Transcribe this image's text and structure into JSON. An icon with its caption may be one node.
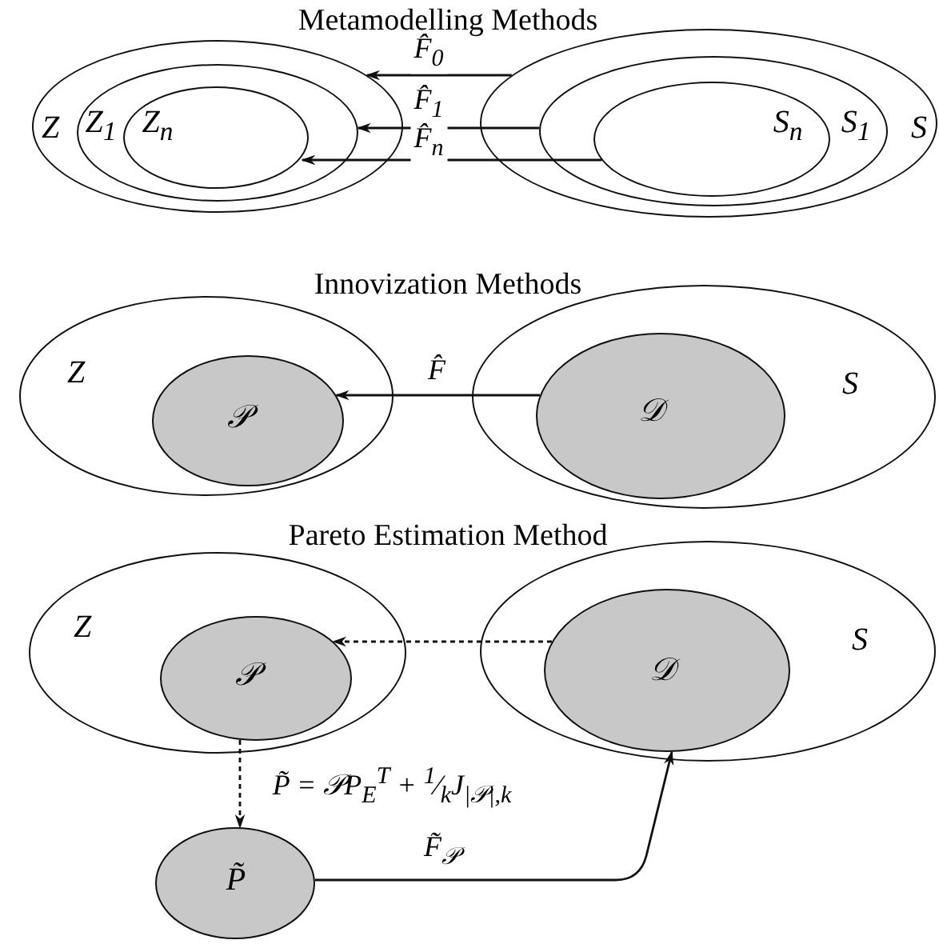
{
  "diagram": {
    "nodes": [
      {
        "text": [
          "Z"
        ]
      },
      {
        "text": [
          "Z$_{1}$"
        ],
        "in": 0
      },
      {
        "text": [
          "Z$_{n}$"
        ],
        "in": 1
      },
      {
        "text": [
          "S"
        ]
      },
      {
        "text": [
          "S$_{1}$"
        ],
        "in": 3
      },
      {
        "text": [
          "S$_{n}$"
        ],
        "in": 4
      },
      {
        "text": [
          "Z"
        ]
      },
      {
        "text": [
          "𝒫"
        ],
        "in": 6
      },
      {
        "text": [
          "S"
        ]
      },
      {
        "text": [
          "𝒟"
        ],
        "in": 8
      },
      {
        "text": [
          "Z"
        ]
      },
      {
        "text": [
          "𝒫"
        ],
        "in": 10
      },
      {
        "text": [
          "S"
        ]
      },
      {
        "text": [
          "𝒟"
        ],
        "in": 12
      },
      {
        "text": [
          "P̃"
        ]
      }
    ],
    "edges": [
      {
        "from": 3,
        "to": 0,
        "arrow": "to",
        "label": "F̂$_{0}$"
      },
      {
        "from": 4,
        "to": 1,
        "arrow": "to",
        "label": "F̂$_{1}$"
      },
      {
        "from": 5,
        "to": 2,
        "arrow": "to",
        "label": "F̂$_{n}$"
      },
      {
        "from": 9,
        "to": 7,
        "arrow": "to",
        "label": "F̂"
      },
      {
        "from": 13,
        "to": 11,
        "arrow": "to",
        "style": "dashed"
      },
      {
        "from": 11,
        "to": 14,
        "arrow": "to",
        "style": "dashed",
        "label": "P̃ = 𝒫P$_{E}$$^{T}$ + $^{1}$⁄$_{k}$J$_{|𝒫|,k}$"
      },
      {
        "from": 14,
        "to": 13,
        "arrow": "to",
        "label": "F̃$_{𝒫}$"
      }
    ],
    "labels": [
      "Metamodelling Methods",
      "Innovization Methods",
      "Pareto Estimation Method"
    ]
  }
}
